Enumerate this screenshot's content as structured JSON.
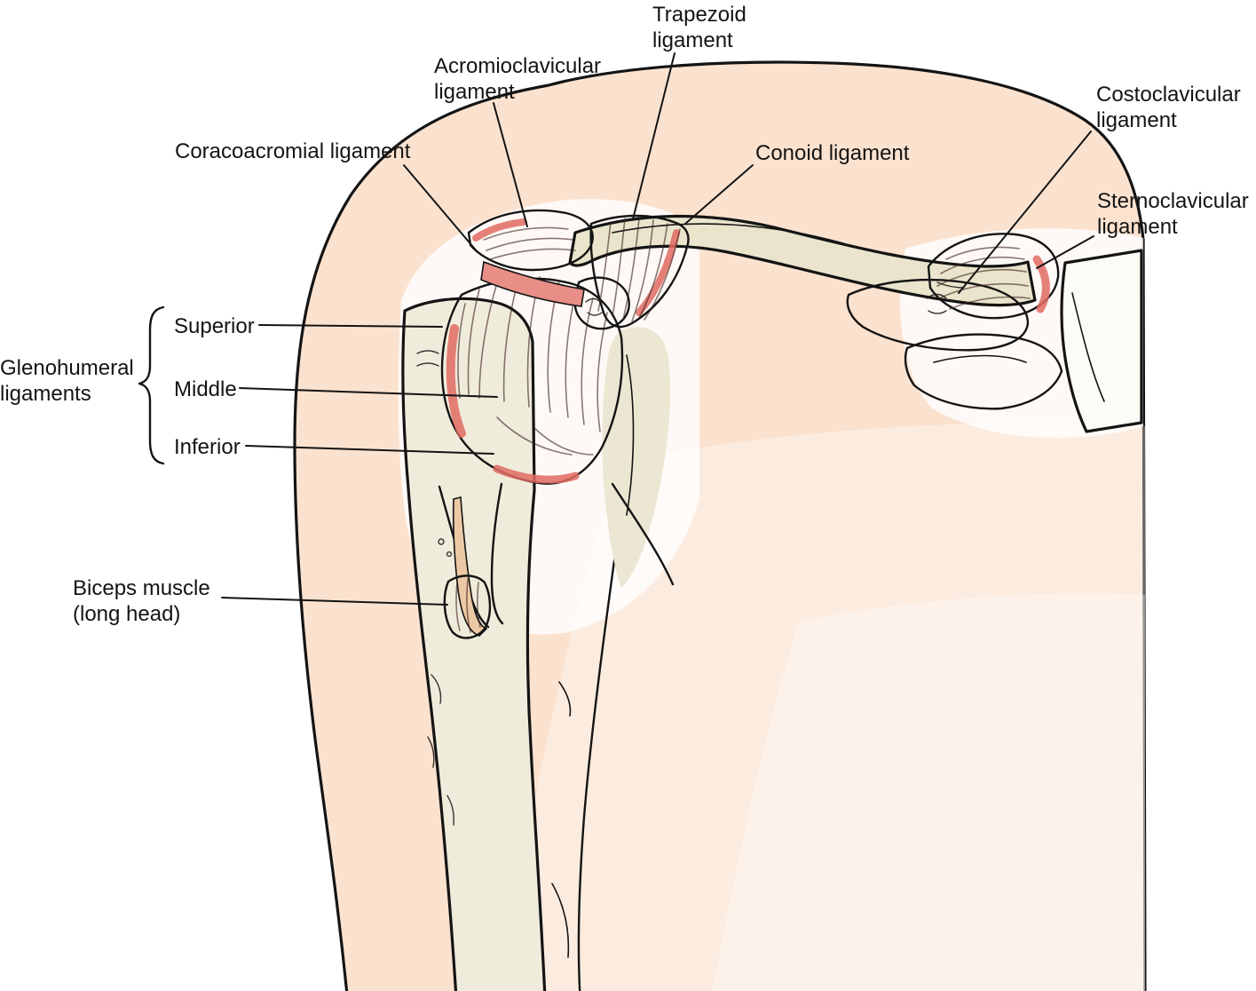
{
  "labels": {
    "trapezoid": {
      "line1": "Trapezoid",
      "line2": "ligament"
    },
    "acromioclavicular": {
      "line1": "Acromioclavicular",
      "line2": "ligament"
    },
    "coracoacromial": {
      "text": "Coracoacromial ligament"
    },
    "conoid": {
      "text": "Conoid ligament"
    },
    "costoclavicular": {
      "line1": "Costoclavicular",
      "line2": "ligament"
    },
    "sternoclavicular": {
      "line1": "Sternoclavicular",
      "line2": "ligament"
    },
    "glenohumeral_group": {
      "line1": "Glenohumeral",
      "line2": "ligaments"
    },
    "glenohumeral_superior": {
      "text": "Superior"
    },
    "glenohumeral_middle": {
      "text": "Middle"
    },
    "glenohumeral_inferior": {
      "text": "Inferior"
    },
    "biceps": {
      "line1": "Biceps muscle",
      "line2": "(long head)"
    }
  },
  "colors": {
    "skin": "#fbe2cf",
    "skin-light": "#fdf2e9",
    "bone": "#e9e4cb",
    "bone-light": "#f0ecdb",
    "ligament": "#f2a59e",
    "ligament-deep": "#e06b63",
    "tendon": "#ecc9a4",
    "outline": "#141414"
  }
}
